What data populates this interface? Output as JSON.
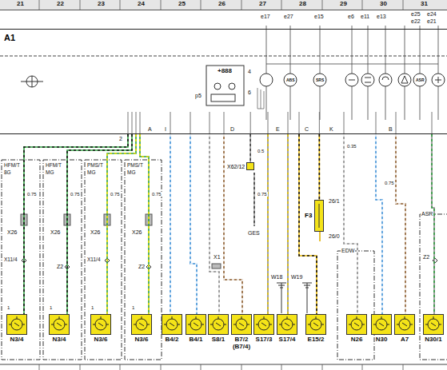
{
  "diagram": {
    "nodes": [
      {
        "text": [
          "A1"
        ]
      },
      {
        "text": [
          "X62/12"
        ]
      },
      {
        "text": [
          "F3"
        ]
      },
      {
        "text": [
          "N3/4"
        ]
      },
      {
        "text": [
          "N3/4"
        ]
      },
      {
        "text": [
          "N3/6"
        ]
      },
      {
        "text": [
          "N3/6"
        ]
      },
      {
        "text": [
          "B4/2"
        ]
      },
      {
        "text": [
          "B4/1"
        ]
      },
      {
        "text": [
          "S8/1"
        ]
      },
      {
        "text": [
          "B7/2",
          "(B7/4)"
        ]
      },
      {
        "text": [
          "S17/3"
        ]
      },
      {
        "text": [
          "S17/4"
        ]
      },
      {
        "text": [
          "E15/2"
        ]
      },
      {
        "text": [
          "N26"
        ]
      },
      {
        "text": [
          "N30"
        ]
      },
      {
        "text": [
          "A7"
        ]
      },
      {
        "text": [
          "N30/1"
        ]
      }
    ],
    "edges": [
      {
        "from": 0,
        "to": 3,
        "arrow": "none"
      },
      {
        "from": 0,
        "to": 4,
        "arrow": "none"
      },
      {
        "from": 0,
        "to": 5,
        "arrow": "none"
      },
      {
        "from": 0,
        "to": 6,
        "arrow": "none"
      },
      {
        "from": 0,
        "to": 7,
        "arrow": "none"
      },
      {
        "from": 0,
        "to": 8,
        "arrow": "none"
      },
      {
        "from": 0,
        "to": 9,
        "arrow": "none"
      },
      {
        "from": 0,
        "to": 1,
        "arrow": "none"
      },
      {
        "from": 0,
        "to": 10,
        "arrow": "none"
      },
      {
        "from": 0,
        "to": 11,
        "arrow": "none"
      },
      {
        "from": 0,
        "to": 12,
        "arrow": "none"
      },
      {
        "from": 0,
        "to": 2,
        "arrow": "none"
      },
      {
        "from": 0,
        "to": 13,
        "arrow": "none"
      },
      {
        "from": 0,
        "to": 14,
        "arrow": "none"
      },
      {
        "from": 0,
        "to": 15,
        "arrow": "none"
      },
      {
        "from": 0,
        "to": 16,
        "arrow": "none"
      },
      {
        "from": 0,
        "to": 17,
        "arrow": "none"
      }
    ],
    "labels": [
      "21",
      "22",
      "23",
      "24",
      "25",
      "26",
      "27",
      "28",
      "29",
      "30",
      "31",
      "e17",
      "e27",
      "e15",
      "e6",
      "e11",
      "e13",
      "e25",
      "e24",
      "e22",
      "e21",
      "ABS",
      "SRS",
      "ASR",
      "+888",
      "4",
      "6",
      "p5",
      "2",
      "A",
      "I",
      "D",
      "E",
      "C",
      "K",
      "B",
      "0.5",
      "0.75",
      "GES",
      "0.35",
      "0.75",
      "26/1",
      "26/0",
      "HFM/T",
      "8G",
      "HFM/T",
      "MG",
      "PMS/T",
      "MG",
      "PMS/T",
      "MG",
      "0.75",
      "0.75",
      "0.75",
      "0.75",
      "X26",
      "X26",
      "X26",
      "X26",
      "X11/4",
      "Z2",
      "X11/4",
      "Z2",
      "X1",
      "W18",
      "W19",
      "EDW",
      "ASR",
      "Z2",
      "1",
      "1",
      "1",
      "1"
    ]
  }
}
